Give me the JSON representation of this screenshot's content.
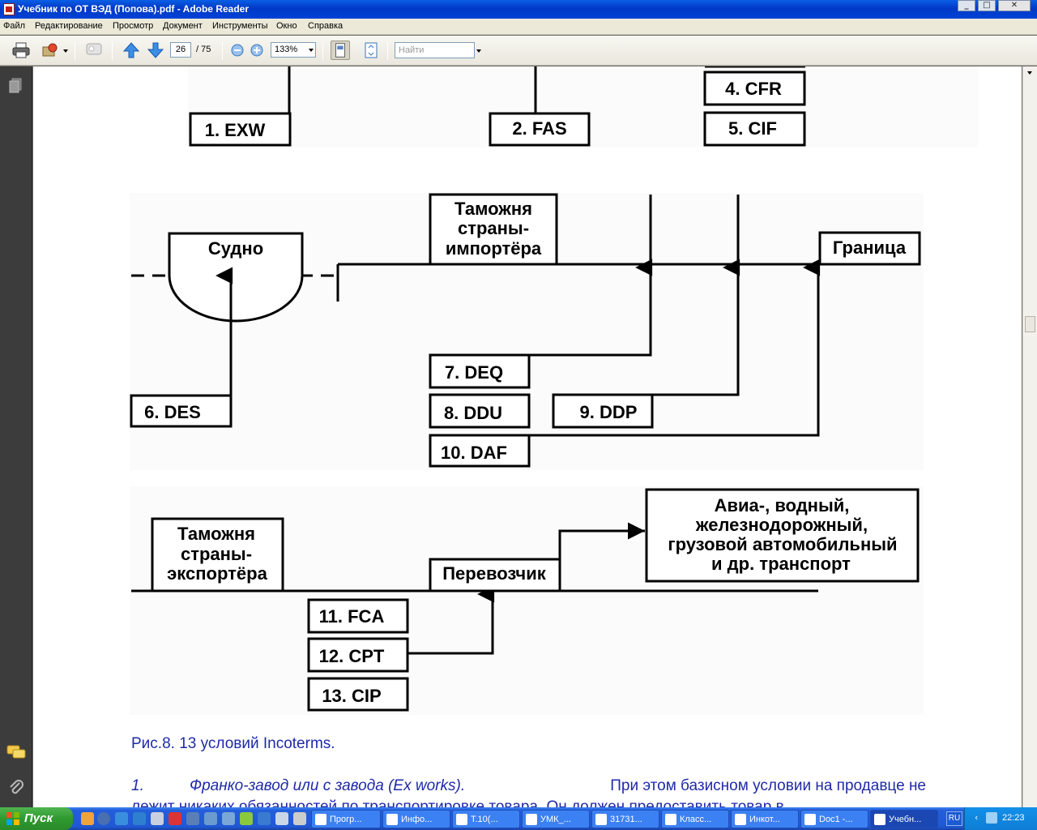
{
  "window": {
    "title": "Учебник по ОТ ВЭД (Попова).pdf - Adobe Reader"
  },
  "menu": [
    "Файл",
    "Редактирование",
    "Просмотр",
    "Документ",
    "Инструменты",
    "Окно",
    "Справка"
  ],
  "toolbar": {
    "page_current": "26",
    "page_total": "/ 75",
    "zoom": "133%",
    "search_placeholder": "Найти"
  },
  "diagram": {
    "top": [
      "1. EXW",
      "2. FAS",
      "4. CFR",
      "5. CIF"
    ],
    "middle": {
      "ship": "Судно",
      "customs_import": [
        "Таможня",
        "страны-",
        "импортёра"
      ],
      "border": "Граница",
      "terms": [
        "6. DES",
        "7. DEQ",
        "8. DDU",
        "9. DDP",
        "10. DAF"
      ]
    },
    "bottom": {
      "customs_export": [
        "Таможня",
        "страны-",
        "экспортёра"
      ],
      "carrier": "Перевозчик",
      "transport": [
        "Авиа-, водный,",
        "железнодорожный,",
        "грузовой автомобильный",
        "и др. транспорт"
      ],
      "terms": [
        "11. FCA",
        "12. CPT",
        "13. CIP"
      ]
    }
  },
  "caption": "Рис.8. 13 условий Incoterms.",
  "paragraph": {
    "number": "1.",
    "italic": "Франко-завод или с завода (Ex works).",
    "text": " При этом базисном условии на продавце не",
    "cut_line": "лежит никаких обязанностей по транспортировке товара. Он должен предоставить товар в"
  },
  "taskbar": {
    "start": "Пуск",
    "tasks": [
      "Прогр...",
      "Инфо...",
      "Т.10(...",
      "УМК_...",
      "31731...",
      "Класс...",
      "Инкот...",
      "Doc1 -...",
      "Учебн..."
    ],
    "lang": "RU",
    "clock": "22:23"
  },
  "colors": {
    "caption_blue": "#1f2aa8",
    "title_bar": "#0a5ee6",
    "taskbar": "#245edb"
  }
}
